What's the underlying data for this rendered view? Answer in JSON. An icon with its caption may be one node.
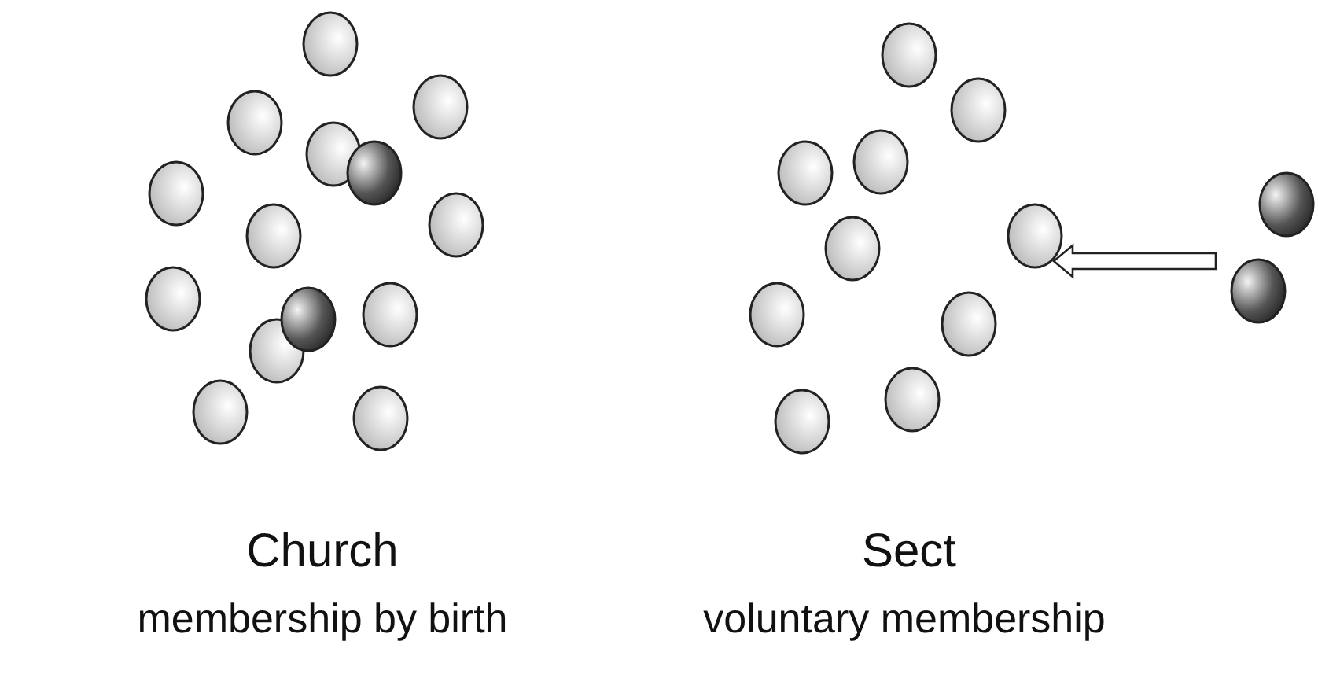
{
  "diagram": {
    "labels": [
      "Church",
      "membership by birth",
      "Sect",
      "voluntary membership"
    ]
  }
}
